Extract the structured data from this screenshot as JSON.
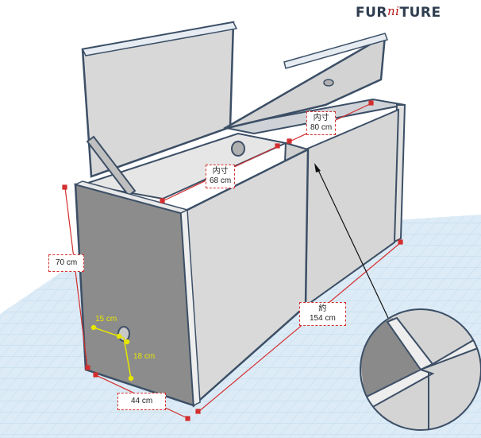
{
  "logo": {
    "left": "FUR",
    "middle": "ni",
    "right": "TURE"
  },
  "dimensions": {
    "inner_left_line1": "内寸",
    "inner_left_line2": "68 cm",
    "inner_right_line1": "内寸",
    "inner_right_line2": "80 cm",
    "height": "70 cm",
    "depth": "44 cm",
    "total_line1": "約",
    "total_line2": "154 cm",
    "hole_from_edge": "15 cm",
    "hole_from_bottom": "18 cm"
  },
  "colors": {
    "panel_edge": "#3c4f66",
    "panel_light": "#d9d9d9",
    "panel_dark": "#8c8c8c",
    "dimension_red": "#d32f2f",
    "hole_marker_yellow": "#e6e600",
    "grid_blue": "#cfe4f2"
  }
}
